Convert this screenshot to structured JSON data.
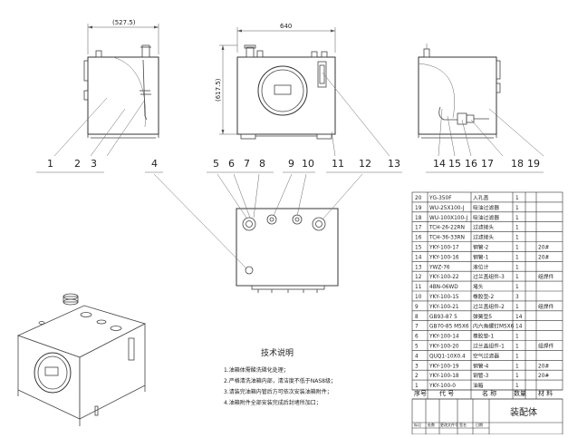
{
  "dimensions": {
    "side_width": "(527.5)",
    "front_width": "640",
    "front_height": "(617.5)"
  },
  "balloons": [
    "1",
    "2",
    "3",
    "4",
    "5",
    "6",
    "7",
    "8",
    "9",
    "10",
    "11",
    "12",
    "13",
    "14",
    "15",
    "16",
    "17",
    "18",
    "19"
  ],
  "tech_notes": {
    "title": "技术说明",
    "items": [
      "1.油箱体需酸洗磷化处理；",
      "2.严格清洗油箱内部，清洁度不低于NAS8级；",
      "3.请装完油箱内管后方可依次安装油箱附件；",
      "4.油箱附件全部安装完成后封堵所加口；"
    ]
  },
  "bom": {
    "rows": [
      {
        "no": "20",
        "code": "YG-350F",
        "name": "入孔盖",
        "qty": "1",
        "note": ""
      },
      {
        "no": "19",
        "code": "WU-25X100-J",
        "name": "吸油过滤器",
        "qty": "1",
        "note": ""
      },
      {
        "no": "18",
        "code": "WU-100X100-J",
        "name": "吸油过滤器",
        "qty": "1",
        "note": ""
      },
      {
        "no": "17",
        "code": "TCH-26-22RN",
        "name": "过滤接头",
        "qty": "1",
        "note": ""
      },
      {
        "no": "16",
        "code": "TCH-36-33RN",
        "name": "过滤接头",
        "qty": "1",
        "note": ""
      },
      {
        "no": "15",
        "code": "YKY-100-17",
        "name": "钢管-2",
        "qty": "1",
        "note": "20#"
      },
      {
        "no": "14",
        "code": "YKY-100-16",
        "name": "钢管-1",
        "qty": "1",
        "note": "20#"
      },
      {
        "no": "13",
        "code": "YWZ-76",
        "name": "液位计",
        "qty": "1",
        "note": ""
      },
      {
        "no": "12",
        "code": "YKY-100-22",
        "name": "过兰盖组件-3",
        "qty": "1",
        "note": "组焊件"
      },
      {
        "no": "11",
        "code": "4BN-06WD",
        "name": "堵头",
        "qty": "1",
        "note": ""
      },
      {
        "no": "10",
        "code": "YKY-100-15",
        "name": "橡胶垫-2",
        "qty": "3",
        "note": ""
      },
      {
        "no": "9",
        "code": "YKY-100-21",
        "name": "过兰盖组件-2",
        "qty": "1",
        "note": "组焊件"
      },
      {
        "no": "8",
        "code": "GB93-87 5",
        "name": "弹簧垫5",
        "qty": "14",
        "note": ""
      },
      {
        "no": "7",
        "code": "GB70-85 M5X6",
        "name": "内六角螺钉M5X6",
        "qty": "14",
        "note": ""
      },
      {
        "no": "6",
        "code": "YKY-100-14",
        "name": "橡胶垫-1",
        "qty": "1",
        "note": ""
      },
      {
        "no": "5",
        "code": "YKY-100-20",
        "name": "过兰盖组件-1",
        "qty": "1",
        "note": "组焊件"
      },
      {
        "no": "4",
        "code": "QUQ1-10X0.4",
        "name": "空气过滤器",
        "qty": "1",
        "note": ""
      },
      {
        "no": "3",
        "code": "YKY-100-19",
        "name": "钢管-4",
        "qty": "1",
        "note": "20#"
      },
      {
        "no": "2",
        "code": "YKY-100-18",
        "name": "钢管-3",
        "qty": "1",
        "note": "20#"
      },
      {
        "no": "1",
        "code": "YKY-100-0",
        "name": "油箱",
        "qty": "1",
        "note": ""
      }
    ],
    "header": {
      "no": "序号",
      "code": "代 号",
      "name": "名 称",
      "qty": "数量",
      "material": "材 料"
    }
  },
  "title_block": {
    "drawing_name": "装配体",
    "labels": [
      "标记",
      "处数",
      "更改文件号",
      "签名",
      "日期"
    ]
  }
}
